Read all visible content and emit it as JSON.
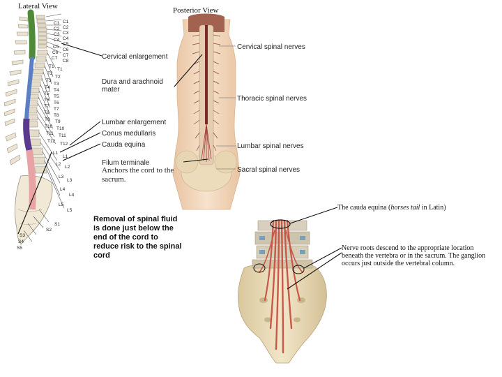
{
  "lateral": {
    "title": "Lateral View",
    "cervical": [
      "C1",
      "C2",
      "C3",
      "C4",
      "C5",
      "C6",
      "C7",
      "C8"
    ],
    "cervical_left": [
      "C1",
      "C2",
      "C3",
      "C4",
      "C5",
      "C6",
      "C7"
    ],
    "thoracic": [
      "T1",
      "T2",
      "T3",
      "T4",
      "T5",
      "T6",
      "T7",
      "T8",
      "T9",
      "T10",
      "T11",
      "T12"
    ],
    "thoracic_left": [
      "T1",
      "T2",
      "T3",
      "T4",
      "T5",
      "T6",
      "T7",
      "T8",
      "T9",
      "T10",
      "T11",
      "T12"
    ],
    "lumbar": [
      "L1",
      "L2",
      "L3",
      "L4",
      "L5"
    ],
    "lumbar_left": [
      "L1",
      "L2",
      "L3",
      "L4",
      "L5"
    ],
    "sacral": [
      "S1",
      "S2",
      "S3",
      "S4",
      "S5"
    ]
  },
  "posterior": {
    "title": "Posterior View"
  },
  "labels": {
    "cervical_enlargement": "Cervical enlargement",
    "dura_arachnoid": "Dura and arachnoid mater",
    "lumbar_enlargement": "Lumbar enlargement",
    "conus_medullaris": "Conus medullaris",
    "cauda_equina": "Cauda equina",
    "filum_terminale": "Filum terminale",
    "anchors": "Anchors the cord to the sacrum.",
    "cervical_nerves": "Cervical spinal nerves",
    "thoracic_nerves": "Thoracic spinal nerves",
    "lumbar_nerves": "Lumbar spinal nerves",
    "sacral_nerves": "Sacral spinal nerves"
  },
  "note": "Removal of spinal fluid is done just below the end of the cord to reduce risk to the spinal cord",
  "cauda_caption": {
    "prefix": "The cauda equina (",
    "italic": "horses tail",
    "suffix": " in Latin)"
  },
  "nerve_roots_caption": "Nerve roots descend to the appropriate location beneath the vertebra or in the sacrum. The ganglion occurs just outside the vertebral column.",
  "colors": {
    "cervical_cord": "#4f8a3a",
    "thoracic_cord": "#5b7fc4",
    "lumbar_cord": "#5a3a8c",
    "sacral_cord": "#e8a4a4",
    "skin": "#f4d9bf",
    "bone": "#e9dcb8",
    "muscle": "#c8584a"
  }
}
